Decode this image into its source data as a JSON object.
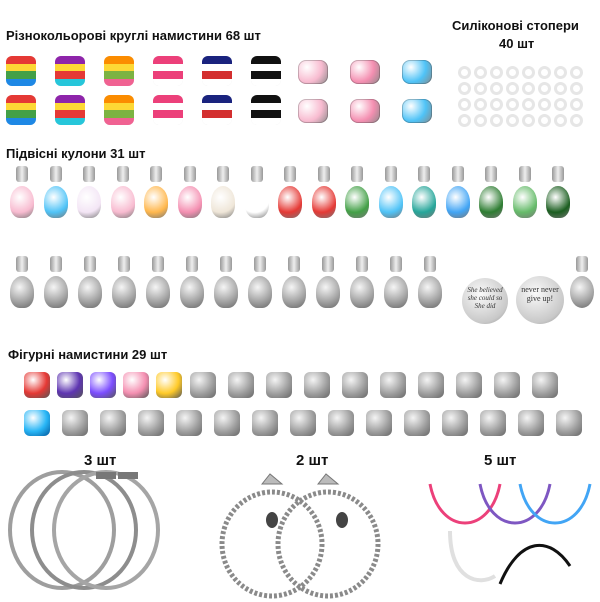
{
  "sections": {
    "round_beads": {
      "title": "Різнокольорові круглі намистини 68 шт"
    },
    "silicone_stoppers": {
      "title_line1": "Силіконові стопери",
      "title_line2": "40 шт"
    },
    "pendants": {
      "title": "Підвісні кулони 31 шт"
    },
    "figured_beads": {
      "title": "Фігурні намистини 29 шт"
    }
  },
  "bracelets": {
    "bangles_count": "3 шт",
    "chain_count": "2 шт",
    "cords_count": "5 шт"
  },
  "pendant_texts": {
    "disc1": "She believed she could so She did",
    "disc2": "never never give up!"
  },
  "colors": {
    "striped_bead_rows": [
      [
        "#e53935",
        "#fdd835",
        "#43a047",
        "#1e88e5"
      ],
      [
        "#8e24aa",
        "#fdd835",
        "#e53935",
        "#26c6da"
      ],
      [
        "#fb8c00",
        "#fdd835",
        "#7cb342",
        "#f06292"
      ],
      [
        "#ec407a",
        "#ffffff",
        "#ec407a",
        "#ffffff"
      ],
      [
        "#1a237e",
        "#ffffff",
        "#d32f2f",
        "#ffffff"
      ],
      [
        "#111111",
        "#ffffff",
        "#111111",
        "#ffffff"
      ]
    ],
    "rhinestone": [
      "#f8bbd0",
      "#f48fb1",
      "#4fc3f7"
    ],
    "cords": [
      "#ec407a",
      "#7e57c2",
      "#42a5f5",
      "#ffffff",
      "#111111"
    ]
  }
}
